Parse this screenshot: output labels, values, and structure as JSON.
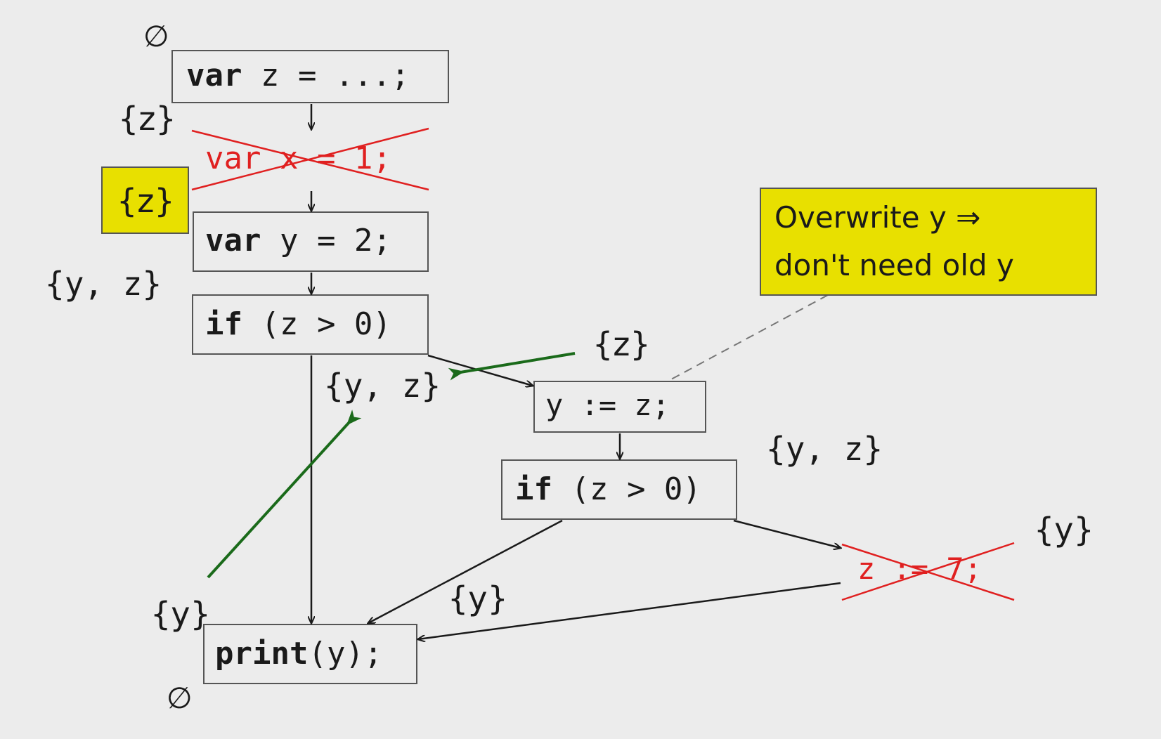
{
  "nodes": {
    "var_z": {
      "prefix": "var",
      "rest": " z = ...;"
    },
    "var_x": {
      "text": "var x = 1;"
    },
    "var_y": {
      "prefix": "var",
      "rest": " y = 2;"
    },
    "if1": {
      "prefix": "if",
      "rest": " (z > 0)"
    },
    "assign_y": {
      "text": "y := z;"
    },
    "if2": {
      "prefix": "if",
      "rest": " (z > 0)"
    },
    "assign_z": {
      "text": "z := 7;"
    },
    "print": {
      "prefix": "print",
      "rest": "(y);"
    }
  },
  "live_sets": {
    "entry": "∅",
    "after_var_z": "{z}",
    "after_var_x_highlight": "{z}",
    "after_var_y": "{y, z}",
    "if1_true_in": "{z}",
    "if1_branch": "{y, z}",
    "after_assign_y": "{y, z}",
    "after_assign_z": "{y}",
    "if2_out": "{y}",
    "print_in": "{y}",
    "exit": "∅"
  },
  "note": {
    "line1": "Overwrite y ⇒",
    "line2": "don't need old y"
  },
  "colors": {
    "background": "#ececec",
    "highlight": "#e8e000",
    "dead_code": "#e02020",
    "flow_arrow": "#1a6a1a",
    "ink": "#1a1a1a"
  }
}
